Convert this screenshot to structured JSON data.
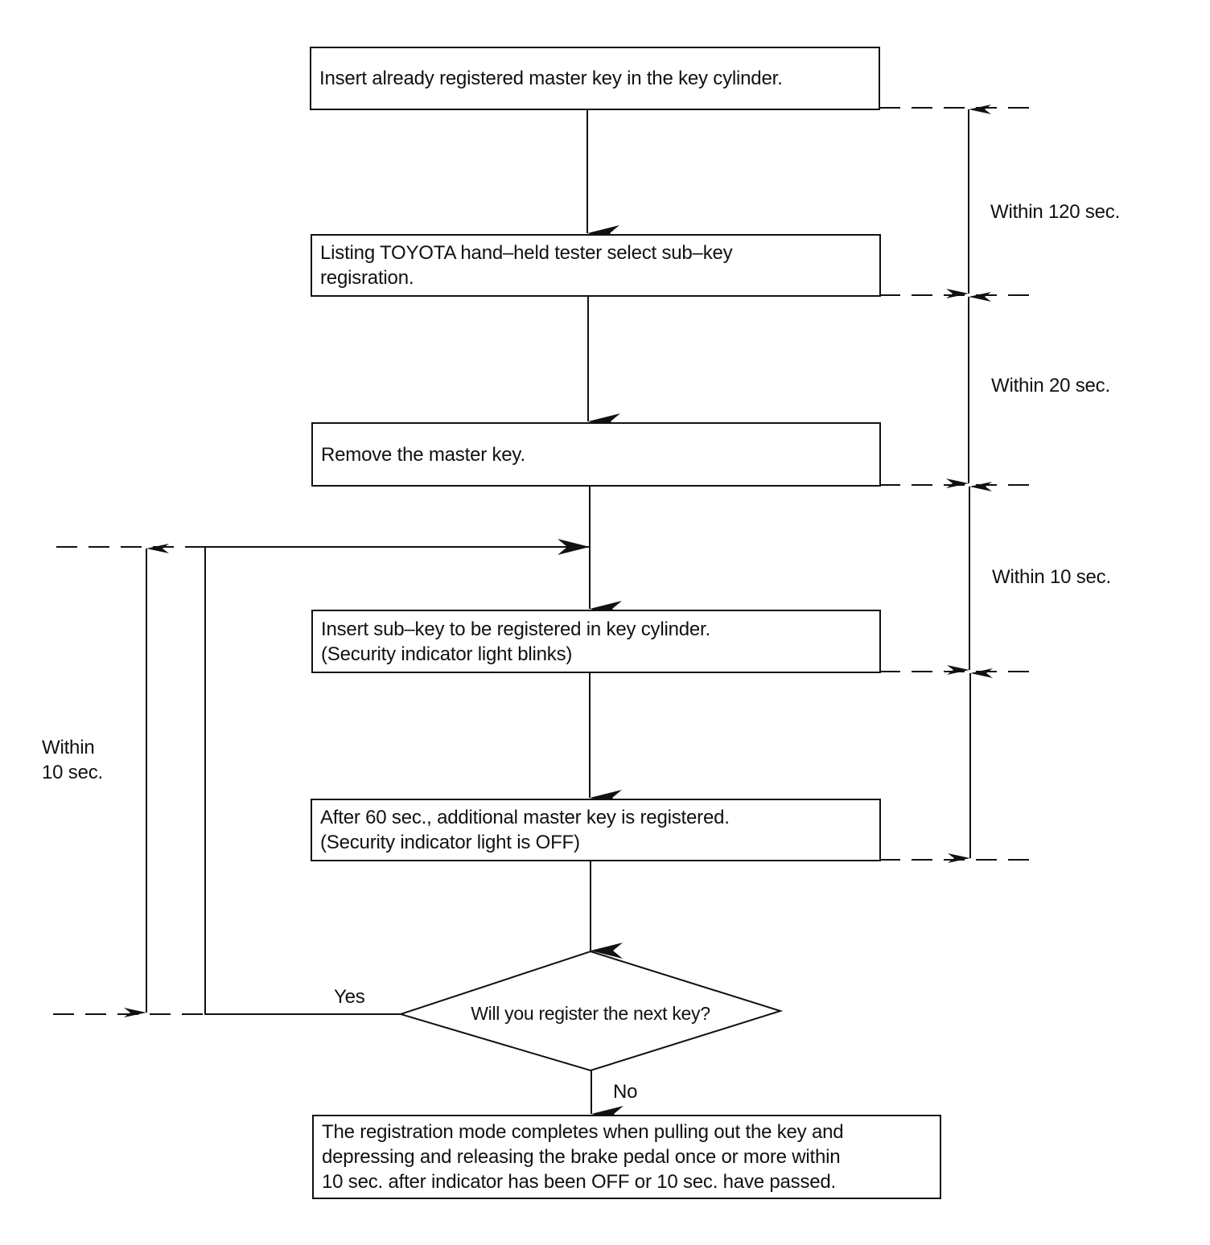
{
  "steps": [
    {
      "lines": [
        "Insert already registered master key in the key cylinder."
      ]
    },
    {
      "lines": [
        "Listing TOYOTA hand–held tester select sub–key",
        "regisration."
      ]
    },
    {
      "lines": [
        "Remove the master key."
      ]
    },
    {
      "lines": [
        "Insert sub–key to be registered in key cylinder.",
        "(Security indicator light blinks)"
      ]
    },
    {
      "lines": [
        "After 60 sec., additional master key is registered.",
        "(Security indicator light is OFF)"
      ]
    }
  ],
  "decision": {
    "question": "Will you register the next key?",
    "yes_label": "Yes",
    "no_label": "No"
  },
  "final_step": {
    "lines": [
      "The registration mode completes when pulling out the key and",
      "depressing and releasing the brake pedal once or more within",
      "10 sec. after indicator has been OFF or 10 sec. have passed."
    ]
  },
  "timing_right": [
    "Within 120 sec.",
    "Within 20 sec.",
    "Within 10 sec."
  ],
  "timing_left": {
    "line1": "Within",
    "line2": "10 sec."
  }
}
